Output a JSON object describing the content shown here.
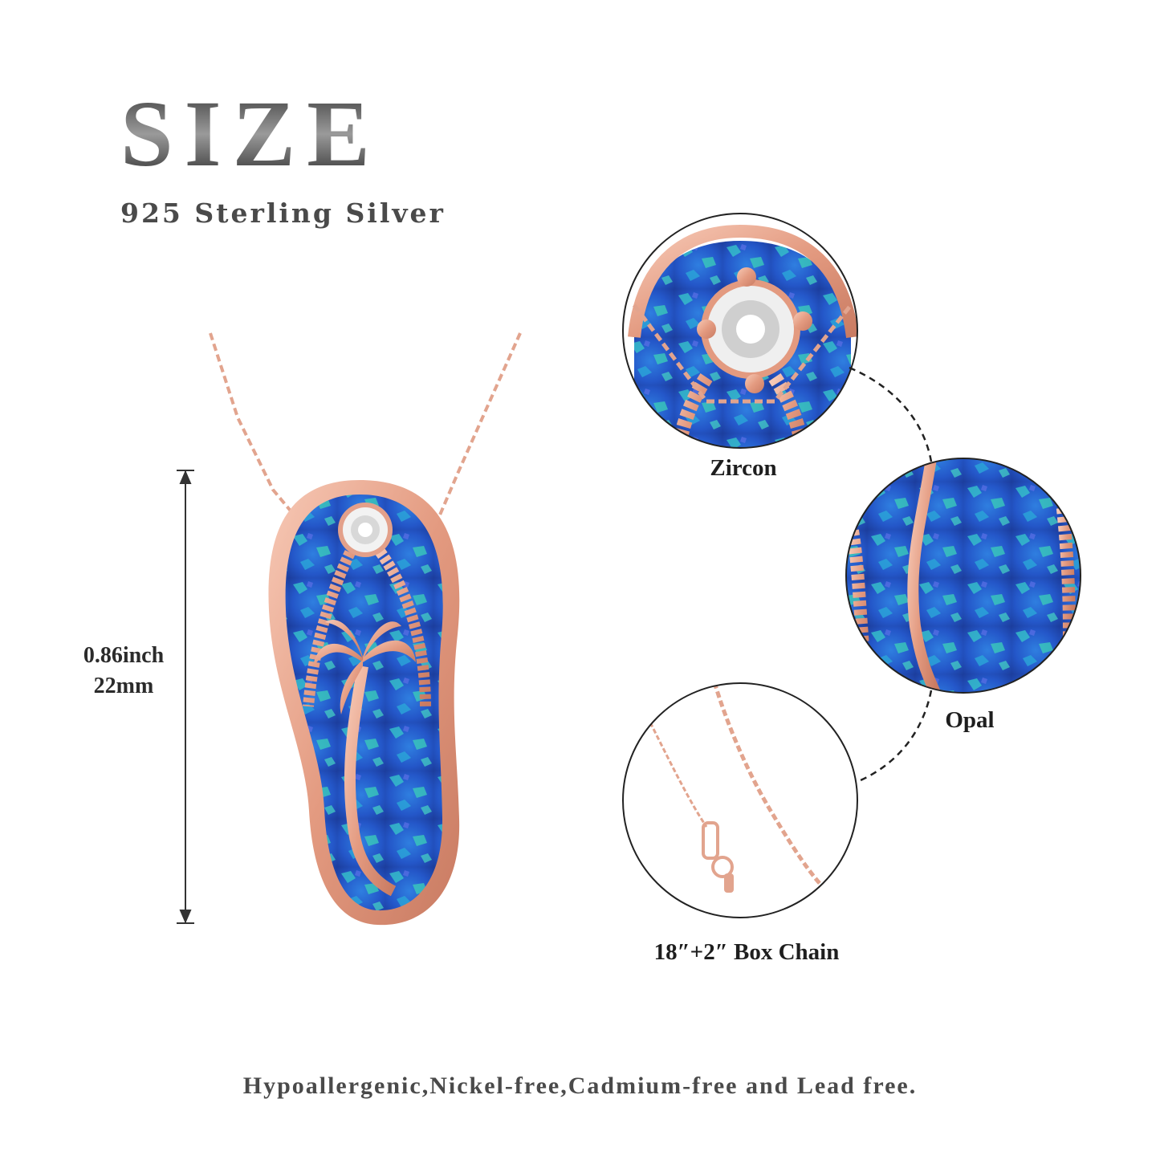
{
  "header": {
    "title": "SIZE",
    "subtitle": "925 Sterling Silver"
  },
  "dimension": {
    "inch": "0.86inch",
    "mm": "22mm"
  },
  "details": [
    {
      "label": "Zircon"
    },
    {
      "label": "Opal"
    },
    {
      "label": "18″+2″ Box Chain"
    }
  ],
  "footer": {
    "text": "Hypoallergenic,Nickel-free,Cadmium-free and Lead free."
  },
  "colors": {
    "rose_gold": "#e8a28a",
    "opal_blue": "#2f6fd6",
    "opal_green": "#34c6c4",
    "text": "#2b2b2b"
  }
}
